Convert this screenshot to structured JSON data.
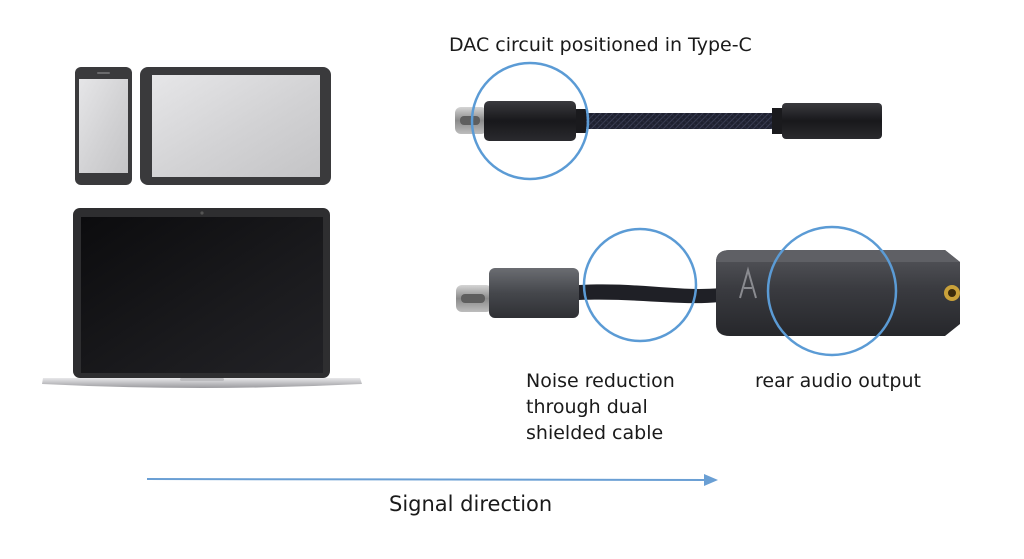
{
  "labels": {
    "dac_circuit": "DAC circuit positioned in Type-C",
    "noise_reduction": [
      "Noise reduction",
      "through dual",
      "shielded cable"
    ],
    "rear_output": "rear audio output",
    "signal_direction": "Signal direction"
  },
  "colors": {
    "highlight_circle": "#5b9bd5",
    "arrow": "#6a9fd4",
    "text": "#1a1a1a",
    "device_bezel": "#3a3a3c",
    "device_screen": "#d6d6d8",
    "laptop_screen": "#121214",
    "cable": "#1c1e2a",
    "connector_metal": "#9c9c9c",
    "dac_body": "#3d3e42"
  },
  "icons": {
    "phone": "smartphone-icon",
    "tablet": "tablet-icon",
    "laptop": "laptop-icon",
    "dongle_top": "usb-c-audio-dongle-icon",
    "dongle_bottom": "usb-c-dac-amp-icon",
    "arrow": "arrow-right-icon"
  }
}
